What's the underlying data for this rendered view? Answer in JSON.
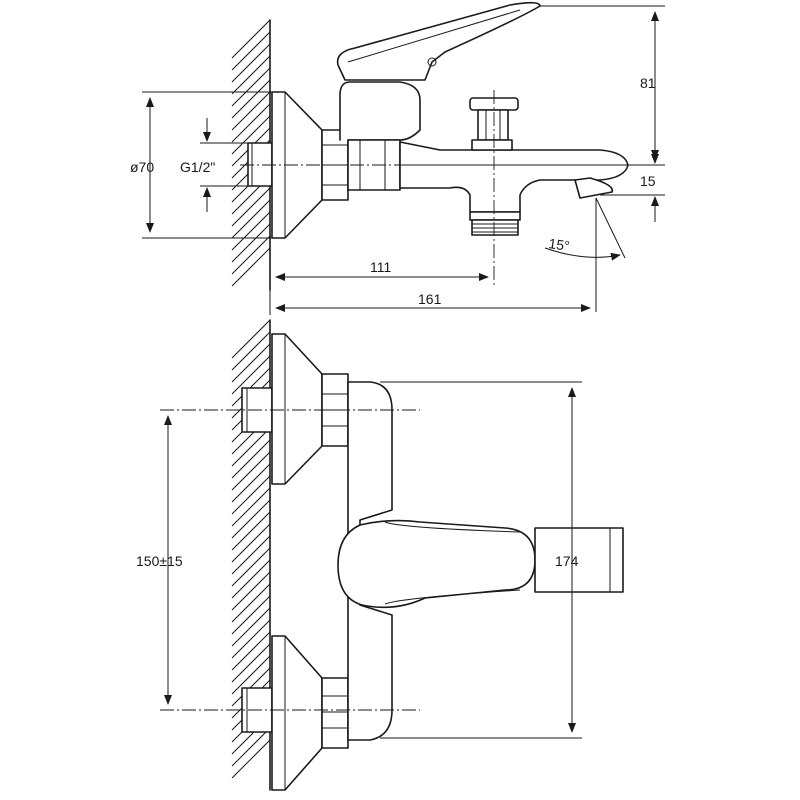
{
  "dimensions": {
    "dia_70": "ø70",
    "thread": "G1/2\"",
    "height_81": "81",
    "height_15": "15",
    "angle": "15°",
    "len_111": "111",
    "len_161": "161",
    "spacing": "150±15",
    "width_174": "174"
  }
}
